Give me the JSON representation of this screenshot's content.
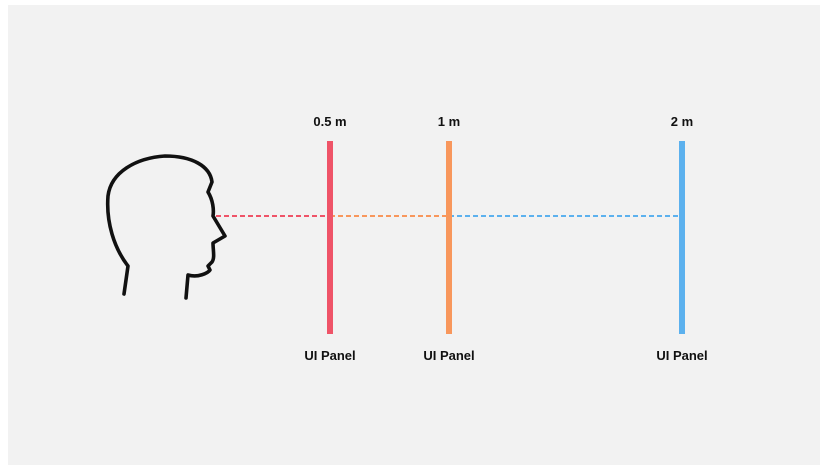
{
  "colors": {
    "background": "#f2f2f2",
    "panel_near": "#ef5468",
    "panel_mid": "#f8975c",
    "panel_far": "#5cb1ee",
    "outline": "#111111"
  },
  "viewer": {
    "icon": "head-profile-icon"
  },
  "panels": [
    {
      "distance_label": "0.5 m",
      "panel_label": "UI Panel",
      "color": "#ef5468"
    },
    {
      "distance_label": "1 m",
      "panel_label": "UI Panel",
      "color": "#f8975c"
    },
    {
      "distance_label": "2 m",
      "panel_label": "UI Panel",
      "color": "#5cb1ee"
    }
  ]
}
